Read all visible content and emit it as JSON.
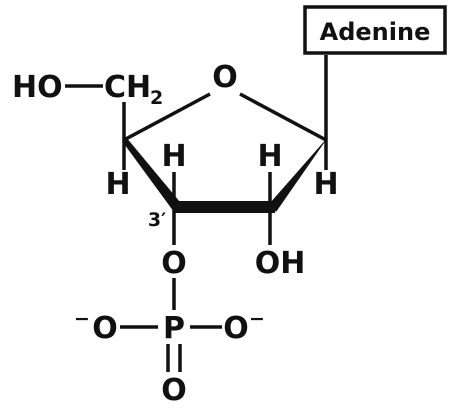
{
  "base": {
    "label": "Adenine"
  },
  "atoms": {
    "ho_left": "HO",
    "ch2": "CH",
    "ch2_sub": "2",
    "ring_o": "O",
    "h_c4": "H",
    "h_c3_top": "H",
    "h_c2_top": "H",
    "h_c1": "H",
    "c3_label": "3′",
    "oh_c2": "OH",
    "o_c3": "O",
    "phosphorus": "P",
    "o_left": "O",
    "o_right": "O",
    "o_double": "O",
    "minus_left": "−",
    "minus_right": "−"
  },
  "colors": {
    "ink": "#111111",
    "background": "#ffffff"
  }
}
